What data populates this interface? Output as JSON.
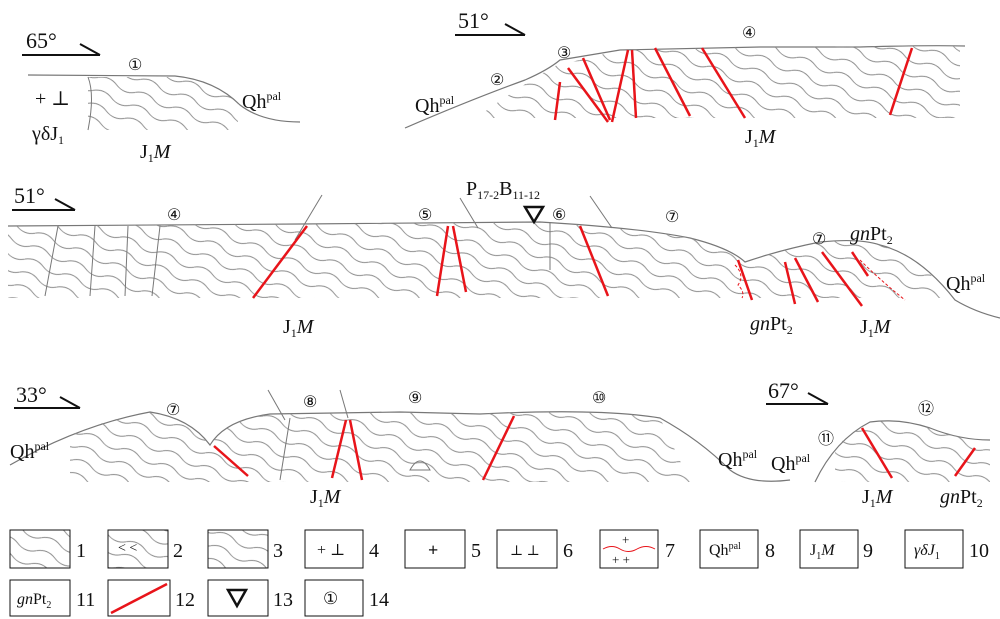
{
  "colors": {
    "fault": "#e8141a",
    "line": "#777777",
    "ink": "#111111",
    "red_wave": "#e8141a"
  },
  "profiles": [
    {
      "dip": "65°",
      "labels": {
        "qh": "Qh",
        "qh_sup": "pal",
        "intrusion": "γδJ",
        "intrusion_sub": "1",
        "formation": "J",
        "formation_sub": "1",
        "formation_m": "M",
        "site1": "①"
      }
    },
    {
      "dip": "51°",
      "labels": {
        "qh": "Qh",
        "qh_sup": "pal",
        "formation": "J",
        "formation_sub": "1",
        "formation_m": "M",
        "site2": "②",
        "site3": "③",
        "site4": "④"
      }
    },
    {
      "dip": "51°",
      "labels": {
        "formation": "J",
        "formation_sub": "1",
        "formation_m": "M",
        "site4": "④",
        "site5": "⑤",
        "site6": "⑥",
        "site7a": "⑦",
        "site7b": "⑦",
        "sample_p": "P",
        "sample_p_sub": "17-2",
        "sample_b": "B",
        "sample_b_sub": "11-12",
        "gn1": "gn",
        "gn1_rest": "Pt",
        "gn1_sub": "2",
        "gn2": "gn",
        "gn2_rest": "Pt",
        "gn2_sub": "2",
        "formation2": "J",
        "formation2_sub": "1",
        "formation2_m": "M",
        "qh": "Qh",
        "qh_sup": "pal"
      }
    },
    {
      "dip": "33°",
      "labels": {
        "qh": "Qh",
        "qh_sup": "pal",
        "formation": "J",
        "formation_sub": "1",
        "formation_m": "M",
        "site7": "⑦",
        "site8": "⑧",
        "site9": "⑨",
        "site10": "⑩",
        "qh2": "Qh",
        "qh2_sup": "pal"
      }
    },
    {
      "dip": "67°",
      "labels": {
        "qh": "Qh",
        "qh_sup": "pal",
        "site11": "⑪",
        "site12": "⑫",
        "formation": "J",
        "formation_sub": "1",
        "formation_m": "M",
        "gn": "gn",
        "gn_rest": "Pt",
        "gn_sub": "2"
      }
    }
  ],
  "legend": [
    {
      "num": "1"
    },
    {
      "num": "2"
    },
    {
      "num": "3"
    },
    {
      "num": "4"
    },
    {
      "num": "5"
    },
    {
      "num": "6"
    },
    {
      "num": "7"
    },
    {
      "num": "8",
      "text": "Qh",
      "sup": "pal"
    },
    {
      "num": "9",
      "text": "J",
      "sub": "1",
      "italic": "M"
    },
    {
      "num": "10",
      "text": "γδJ",
      "sub": "1"
    },
    {
      "num": "11",
      "italic": "gn",
      "text": "Pt",
      "sub": "2"
    },
    {
      "num": "12"
    },
    {
      "num": "13"
    },
    {
      "num": "14",
      "symbol": "①"
    }
  ]
}
